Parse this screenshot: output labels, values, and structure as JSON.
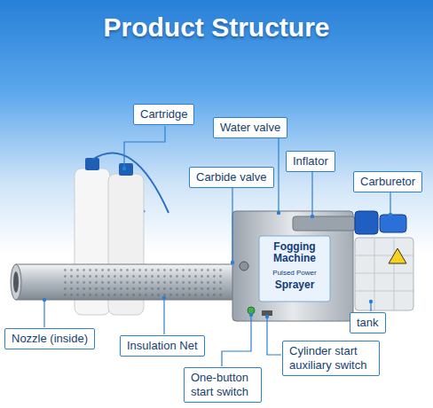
{
  "diagram": {
    "title": "Product Structure",
    "nodes": [
      {
        "text": [
          "Cartridge"
        ]
      },
      {
        "text": [
          "Water valve"
        ]
      },
      {
        "text": [
          "Inflator"
        ]
      },
      {
        "text": [
          "Carbide valve"
        ]
      },
      {
        "text": [
          "Carburetor"
        ]
      },
      {
        "text": [
          "Nozzle (inside)"
        ]
      },
      {
        "text": [
          "Insulation Net"
        ]
      },
      {
        "text": [
          "tank"
        ]
      },
      {
        "text": [
          "One-button start switch"
        ]
      },
      {
        "text": [
          "Cylinder start auxiliary switch"
        ]
      }
    ],
    "labels": [
      "Fogging Machine",
      "Pulsed Power",
      "Sprayer"
    ]
  }
}
